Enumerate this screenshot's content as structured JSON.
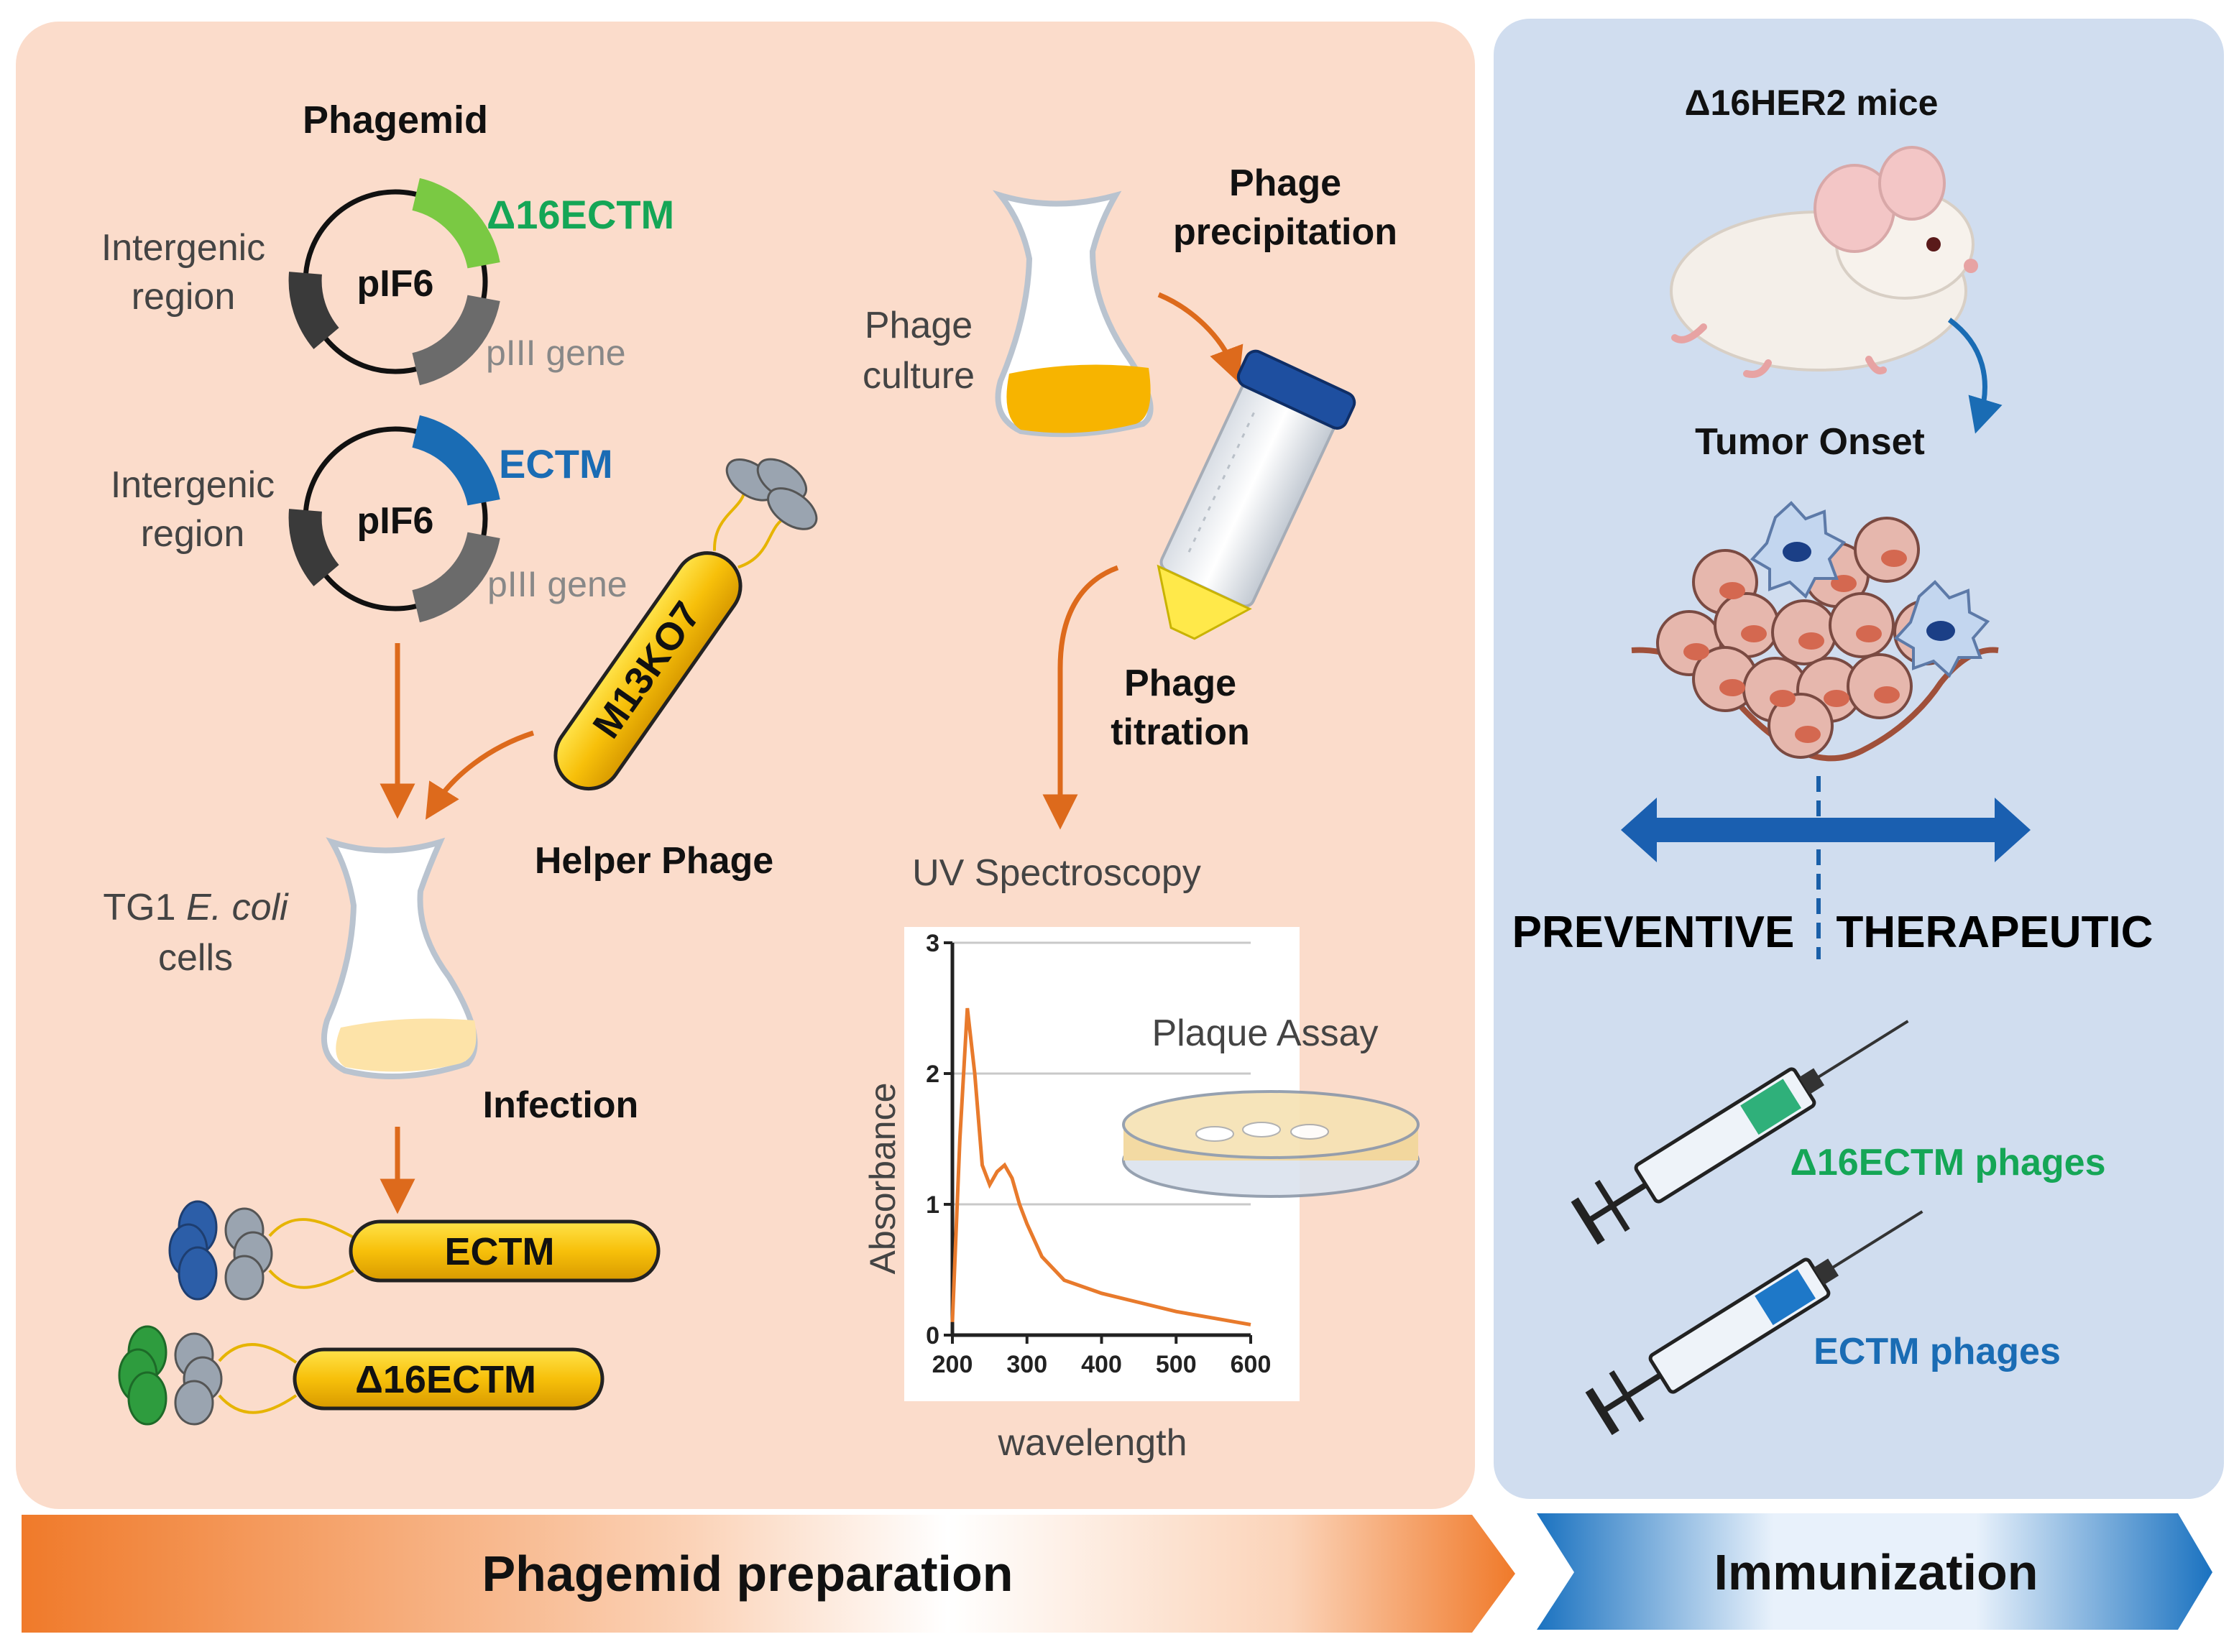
{
  "phagemid_section": {
    "title": "Phagemid",
    "plasmid_top": {
      "name": "pIF6",
      "insert": "Δ16ECTM",
      "left_label_1": "Intergenic",
      "left_label_2": "region",
      "gene_label": "pIII gene"
    },
    "plasmid_bottom": {
      "name": "pIF6",
      "insert": "ECTM",
      "left_label_1": "Intergenic",
      "left_label_2": "region",
      "gene_label": "pIII gene"
    },
    "helper_phage_name": "M13KO7",
    "helper_phage_label": "Helper Phage",
    "host_label_1": "TG1",
    "host_label_italic": "E. coli",
    "host_label_2": "cells",
    "infection_label": "Infection",
    "phage_ectm": "ECTM",
    "phage_d16ectm": "Δ16ECTM"
  },
  "production_section": {
    "culture_1": "Phage",
    "culture_2": "culture",
    "precip_1": "Phage",
    "precip_2": "precipitation",
    "titration_1": "Phage",
    "titration_2": "titration",
    "uv_label": "UV Spectroscopy",
    "plaque_label": "Plaque Assay"
  },
  "chart_data": {
    "type": "line",
    "xlabel": "wavelength",
    "ylabel": "Absorbance",
    "xlim": [
      200,
      600
    ],
    "ylim": [
      0,
      3
    ],
    "x_ticks": [
      "200",
      "300",
      "400",
      "500",
      "600"
    ],
    "y_ticks": [
      "0",
      "1",
      "2",
      "3"
    ],
    "grid": true,
    "series": [
      {
        "x": [
          200,
          210,
          220,
          230,
          240,
          250,
          260,
          270,
          280,
          290,
          300,
          320,
          350,
          400,
          450,
          500,
          550,
          600
        ],
        "y": [
          0.1,
          1.5,
          2.5,
          2.0,
          1.3,
          1.15,
          1.25,
          1.3,
          1.2,
          1.0,
          0.85,
          0.6,
          0.42,
          0.32,
          0.25,
          0.18,
          0.13,
          0.08
        ]
      }
    ]
  },
  "immunization_section": {
    "mice_label": "Δ16HER2 mice",
    "tumor_label": "Tumor Onset",
    "preventive": "PREVENTIVE",
    "therapeutic": "THERAPEUTIC",
    "syringe_1": "Δ16ECTM phages",
    "syringe_2": "ECTM phages"
  },
  "footer": {
    "left_banner": "Phagemid preparation",
    "right_banner": "Immunization"
  },
  "colors": {
    "left_panel": "#fbdccb",
    "right_panel": "#d0ddef",
    "arrow_orange": "#dd6a1c",
    "green": "#15a656",
    "blue": "#1a6cb4",
    "phage_yellow": "#f7c00a"
  }
}
